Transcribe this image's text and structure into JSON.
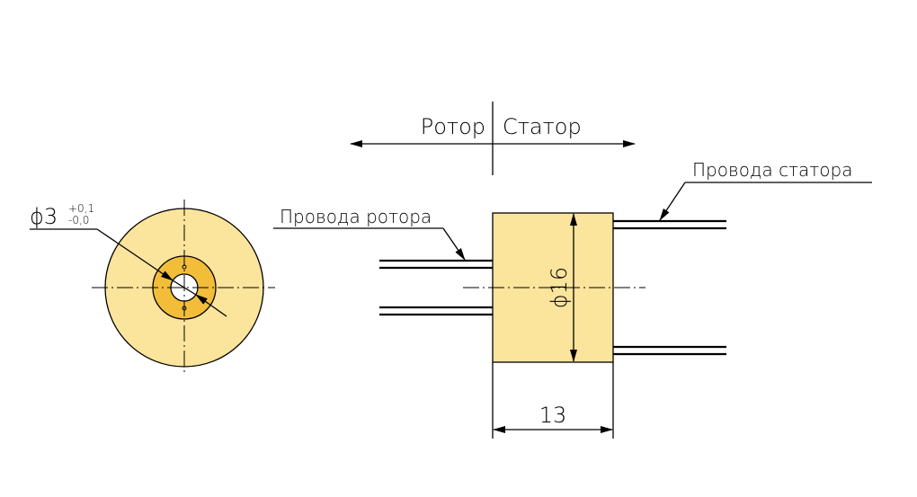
{
  "labels": {
    "rotor": "Ротор",
    "stator": "Статор",
    "rotor_wires": "Провода ротора",
    "stator_wires": "Провода статора",
    "diameter_body": "ϕ16",
    "length": "13",
    "bore_symbol": "ϕ3",
    "bore_tol_upper": "+0,1",
    "bore_tol_lower": "-0,0"
  },
  "colors": {
    "body_fill": "#FBE49B",
    "hub_fill": "#F2BE3A",
    "line": "#000000",
    "background": "#FFFFFF"
  }
}
